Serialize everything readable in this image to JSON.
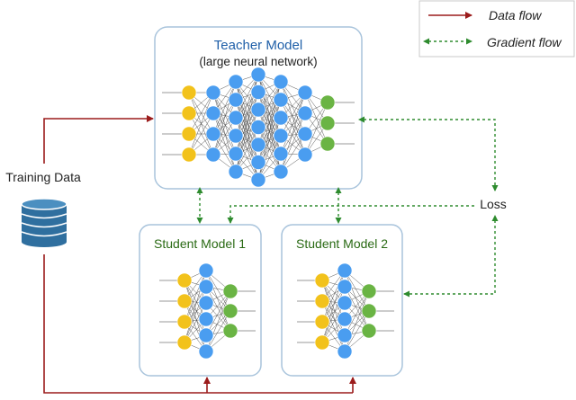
{
  "legend": {
    "data_flow": "Data flow",
    "gradient_flow": "Gradient flow"
  },
  "teacher": {
    "title": "Teacher Model",
    "subtitle": "(large neural network)"
  },
  "student1": {
    "title": "Student Model 1"
  },
  "student2": {
    "title": "Student Model 2"
  },
  "training_data": "Training Data",
  "loss": "Loss",
  "colors": {
    "data_flow": "#9b1b1b",
    "gradient_flow": "#2e8b2e",
    "teacher_title": "#1f5fa8",
    "student_title": "#2a6a14",
    "input_node": "#f2c21b",
    "hidden_node": "#4a9df0",
    "output_node": "#6ab444",
    "database": "#2f6f9f",
    "box_border": "#a9c4dc"
  },
  "icons": [
    "database-icon",
    "arrow-head-icon"
  ]
}
